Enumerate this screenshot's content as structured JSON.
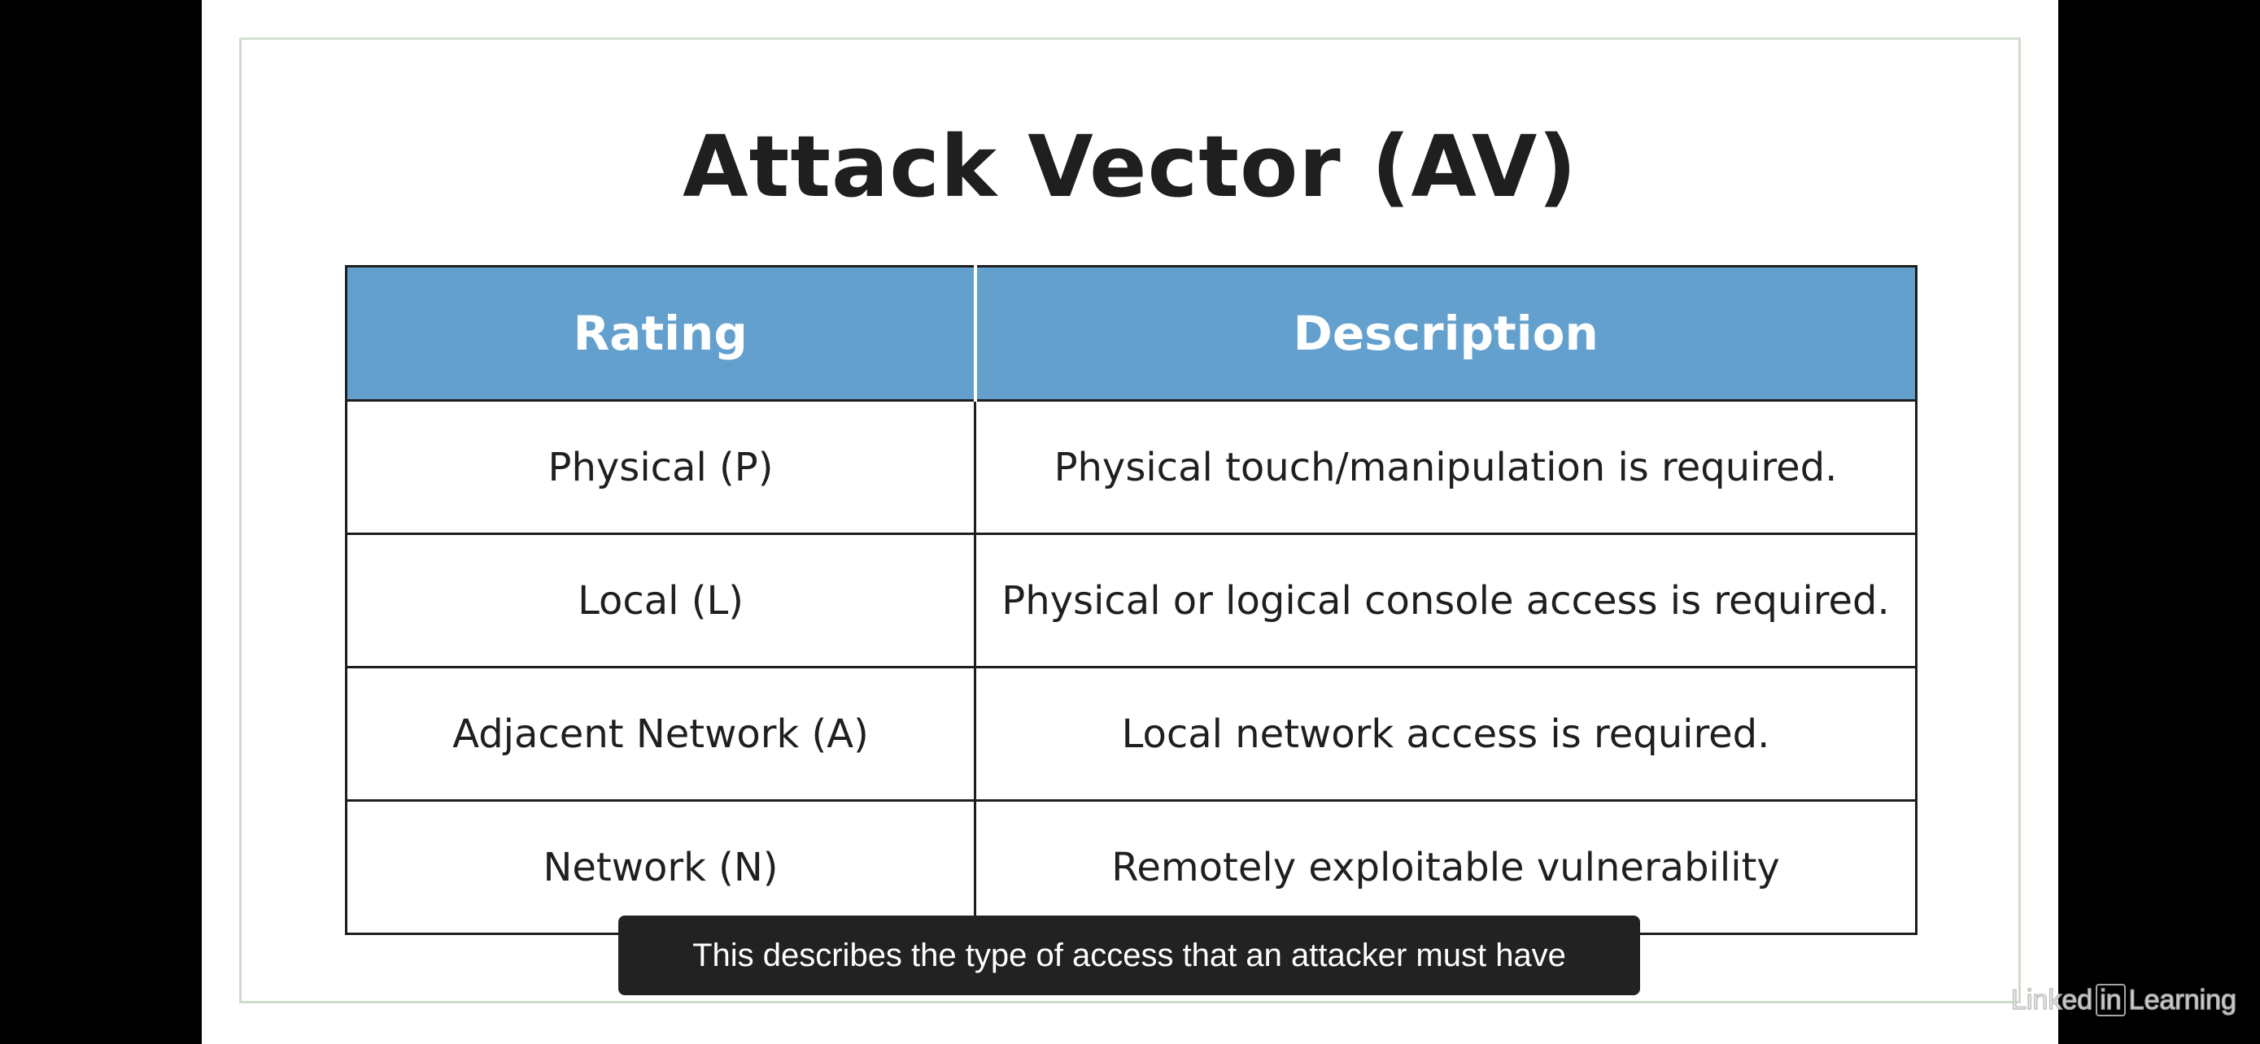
{
  "slide": {
    "title": "Attack Vector (AV)",
    "table": {
      "headers": [
        "Rating",
        "Description"
      ],
      "rows": [
        [
          "Physical (P)",
          "Physical touch/manipulation is required."
        ],
        [
          "Local (L)",
          "Physical or logical console access is required."
        ],
        [
          "Adjacent Network (A)",
          "Local network access is required."
        ],
        [
          "Network (N)",
          "Remotely exploitable vulnerability"
        ]
      ],
      "header_color": "#64a0ce"
    }
  },
  "caption": {
    "text": "This describes the type of access that an attacker must have"
  },
  "watermark": {
    "prefix": "Linked",
    "in": "in",
    "suffix": "Learning"
  }
}
